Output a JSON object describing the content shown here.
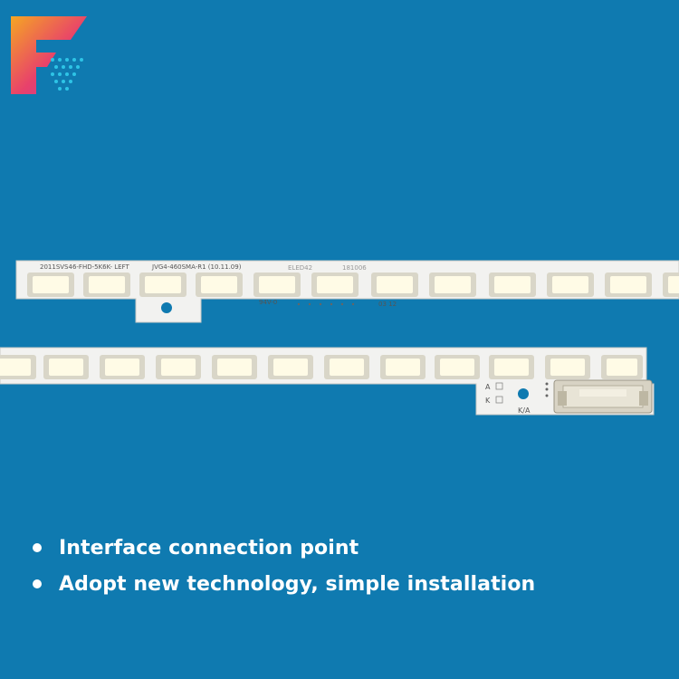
{
  "brand": {
    "logo_icon": "stylized-letter-f-logo",
    "colors": [
      "#f5a623",
      "#e8416b",
      "#c23ca0",
      "#2ec4e6"
    ]
  },
  "background_color": "#0f7ab0",
  "product": {
    "name_icon": "led-backlight-strips",
    "strip1": {
      "label1": "2011SVS46-FHD-5K6K- LEFT",
      "label2": "JVG4-460SMA-R1 (10.11.09)",
      "label3": "ELED42",
      "label4": "181006",
      "label5": "94V-0",
      "label6": "03 12"
    },
    "strip2": {
      "marking_a": "A",
      "marking_k": "K",
      "marking_ka": "K/A"
    }
  },
  "features": [
    {
      "text": "Interface connection point"
    },
    {
      "text": "Adopt new technology, simple installation"
    }
  ]
}
